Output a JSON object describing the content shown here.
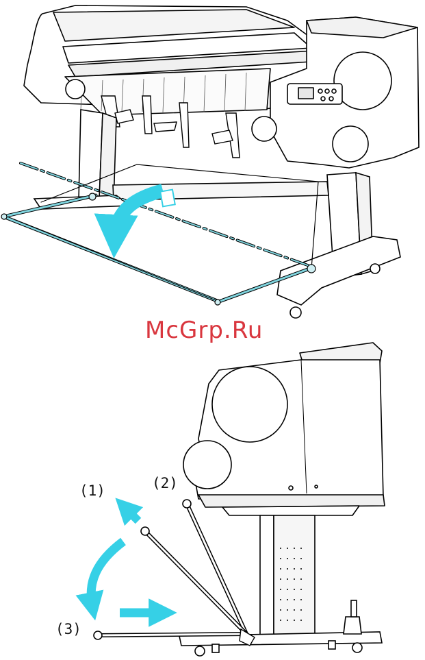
{
  "watermark": {
    "text": "McGrp.Ru",
    "color": "#d9363e"
  },
  "top_illustration": {
    "subject": "large-format printer on stand with basket being unfolded",
    "arrow_color": "#36d0e6",
    "basket_rod_color": "#7fd4de"
  },
  "bottom_illustration": {
    "subject": "side view of printer with basket arm positions",
    "arrow_color": "#36d0e6",
    "position_labels": [
      "(1)",
      "(2)",
      "(3)"
    ]
  }
}
